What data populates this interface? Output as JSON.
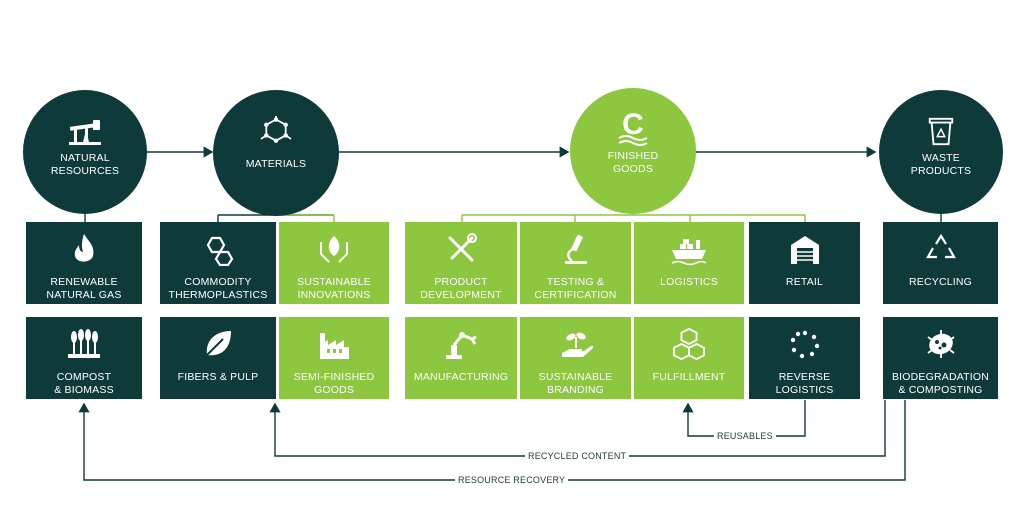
{
  "nodes": {
    "natural_resources": "NATURAL\nRESOURCES",
    "materials": "MATERIALS",
    "finished_goods": "FINISHED\nGOODS",
    "waste_products": "WASTE\nPRODUCTS"
  },
  "boxes": {
    "renewable_natural_gas": "RENEWABLE\nNATURAL GAS",
    "compost_biomass": "COMPOST\n& BIOMASS",
    "commodity_thermoplastics": "COMMODITY\nTHERMOPLASTICS",
    "sustainable_innovations": "SUSTAINABLE\nINNOVATIONS",
    "fibers_pulp": "FIBERS & PULP",
    "semi_finished_goods": "SEMI-FINISHED\nGOODS",
    "product_development": "PRODUCT\nDEVELOPMENT",
    "testing_certification": "TESTING &\nCERTIFICATION",
    "logistics": "LOGISTICS",
    "retail": "RETAIL",
    "manufacturing": "MANUFACTURING",
    "sustainable_branding": "SUSTAINABLE\nBRANDING",
    "fulfillment": "FULFILLMENT",
    "reverse_logistics": "REVERSE\nLOGISTICS",
    "recycling": "RECYCLING",
    "biodegradation_composting": "BIODEGRADATION\n& COMPOSTING"
  },
  "flows": {
    "reusables": "REUSABLES",
    "recycled_content": "RECYCLED CONTENT",
    "resource_recovery": "RESOURCE RECOVERY"
  },
  "colors": {
    "dark": "#0e3b3a",
    "green": "#8dc63f"
  },
  "icons": {
    "natural_resources": "oil-pump-icon",
    "materials": "molecule-icon",
    "finished_goods": "c-logo-icon",
    "waste_products": "recycle-bin-icon"
  }
}
